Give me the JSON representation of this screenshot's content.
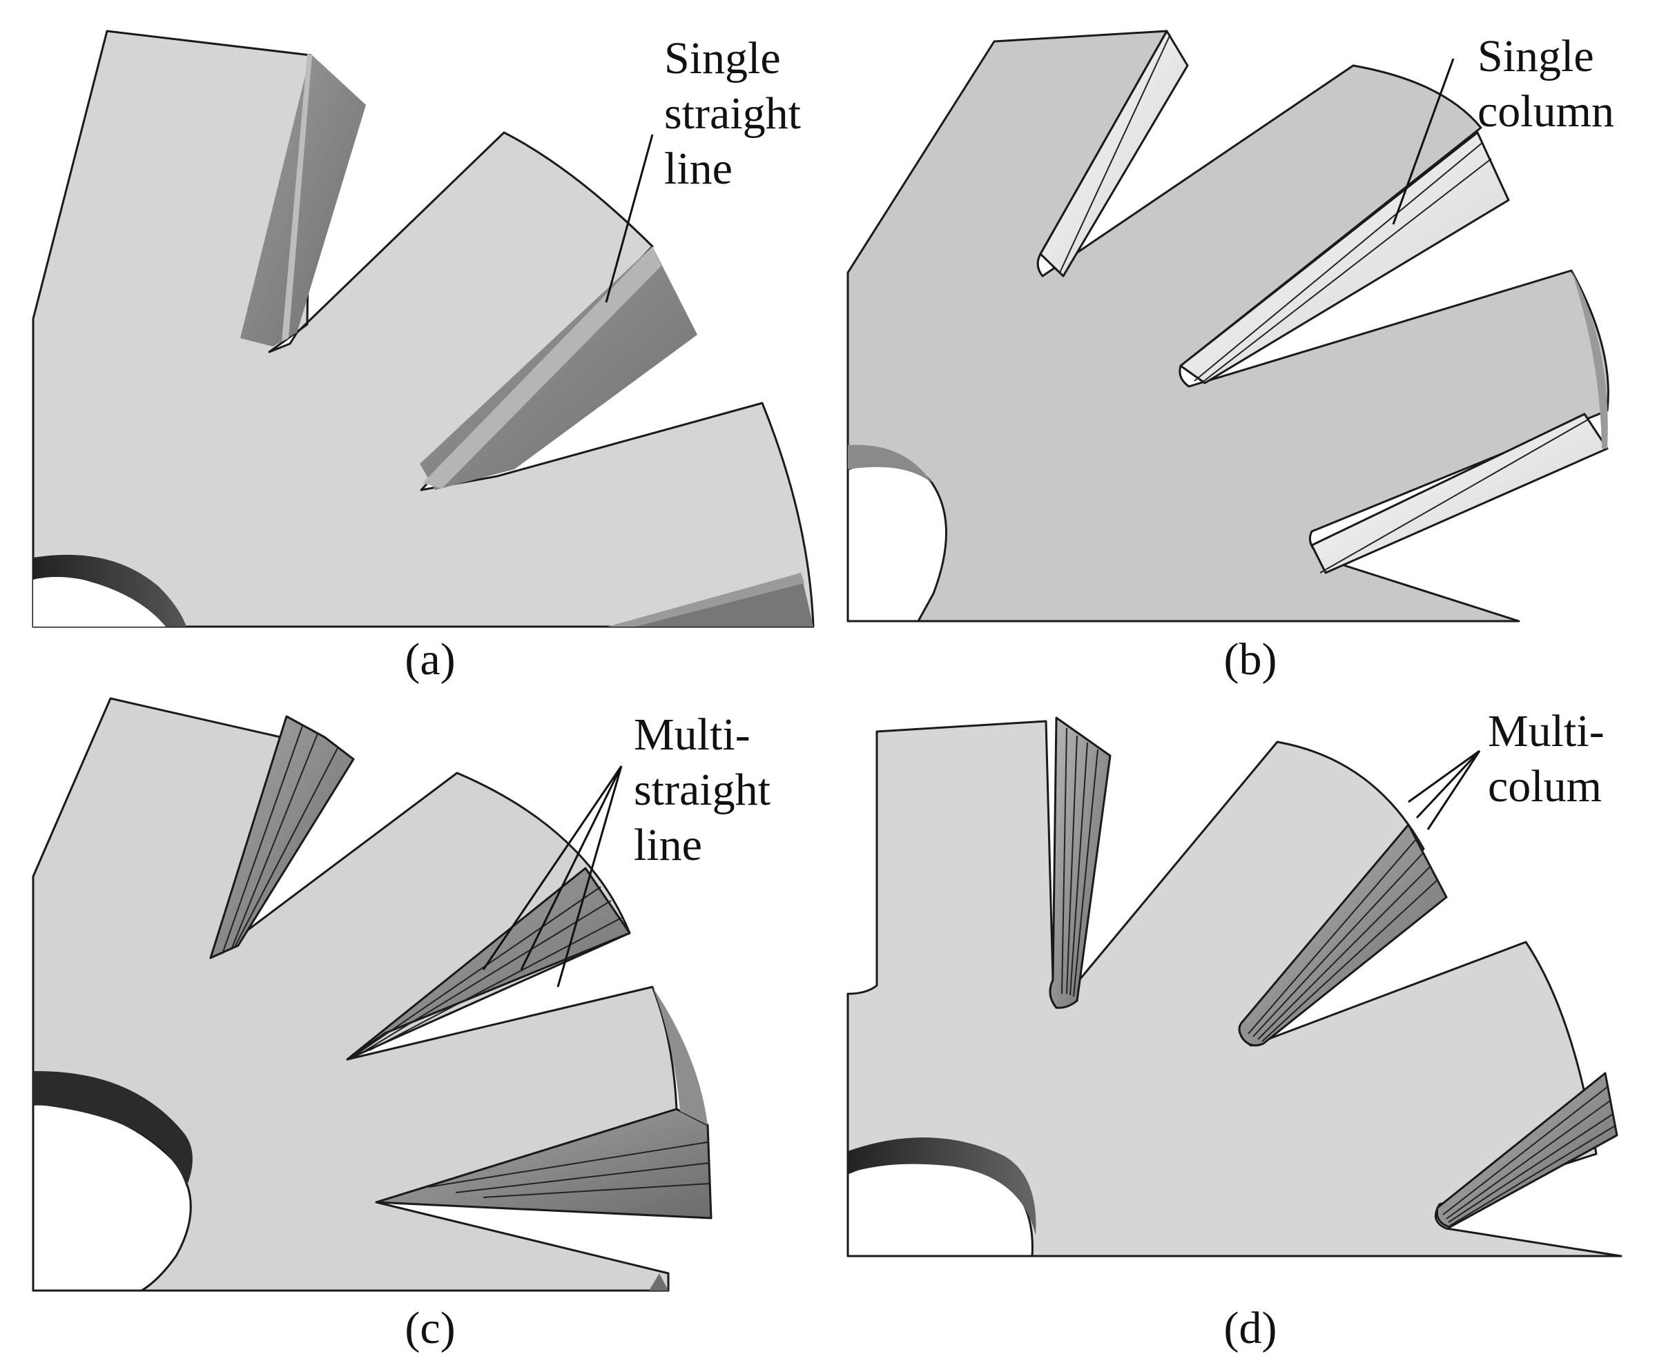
{
  "figure": {
    "panels": [
      {
        "id": "a",
        "caption": "(a)",
        "callout_lines": [
          "Single",
          "straight",
          "line"
        ]
      },
      {
        "id": "b",
        "caption": "(b)",
        "callout_lines": [
          "Single",
          "column"
        ]
      },
      {
        "id": "c",
        "caption": "(c)",
        "callout_lines": [
          "Multi-",
          "straight",
          "line"
        ]
      },
      {
        "id": "d",
        "caption": "(d)",
        "callout_lines": [
          "Multi-",
          "colum"
        ]
      }
    ]
  },
  "colors": {
    "face": "#d4d4d4",
    "face_b": "#c8c8c8",
    "flank_dark": "#7a7a7a",
    "flank_mid": "#9a9a9a",
    "flank_light": "#e8e8e8",
    "hole": "#2e2e2e",
    "outline": "#1a1a1a"
  }
}
